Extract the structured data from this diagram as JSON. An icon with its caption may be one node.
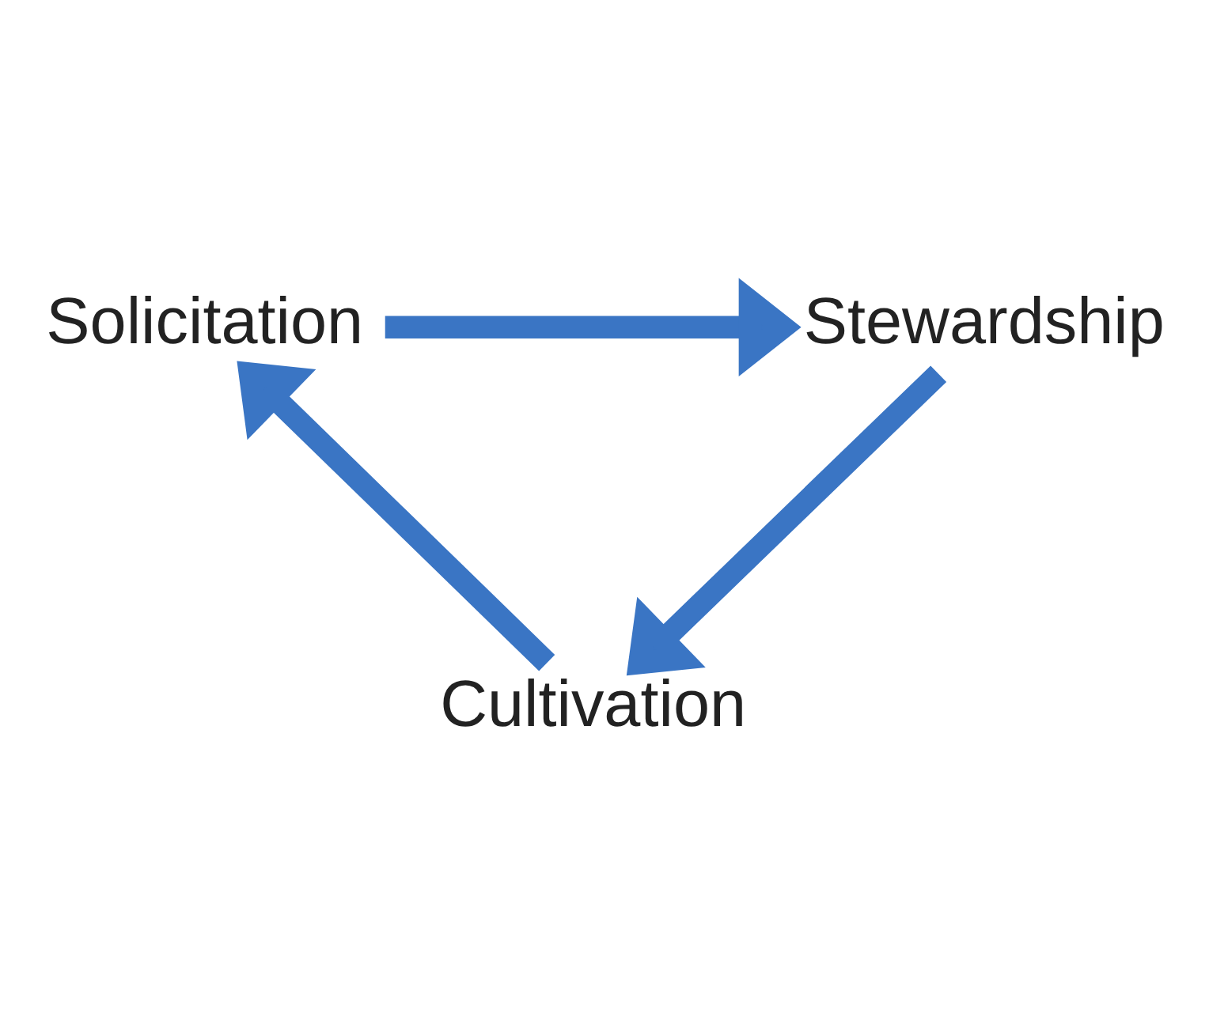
{
  "diagram": {
    "nodes": [
      {
        "text": [
          "Solicitation"
        ]
      },
      {
        "text": [
          "Stewardship"
        ]
      },
      {
        "text": [
          "Cultivation"
        ]
      }
    ],
    "edges": [
      {
        "from": 0,
        "to": 1,
        "arrow": "to"
      },
      {
        "from": 1,
        "to": 2,
        "arrow": "to"
      },
      {
        "from": 2,
        "to": 0,
        "arrow": "to"
      }
    ]
  }
}
